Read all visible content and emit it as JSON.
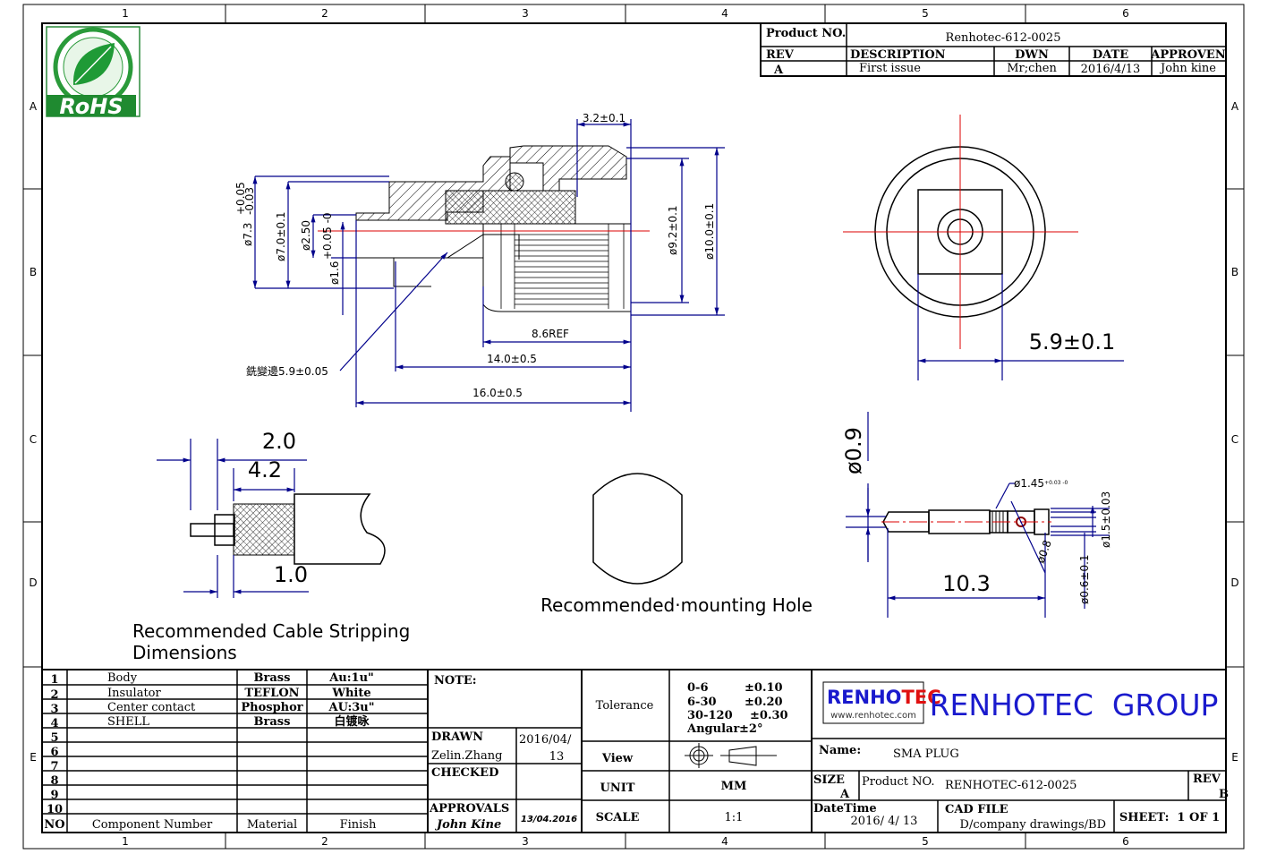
{
  "frame": {
    "columns": [
      "1",
      "2",
      "3",
      "4",
      "5",
      "6"
    ],
    "rows": [
      "A",
      "B",
      "C",
      "D",
      "E"
    ]
  },
  "logo": {
    "text": "RoHS"
  },
  "revision_table": {
    "product_no_label": "Product NO.",
    "product_no": "Renhotec-612-0025",
    "headers": [
      "REV",
      "DESCRIPTION",
      "DWN",
      "DATE",
      "APPROVEN"
    ],
    "rows": [
      [
        "A",
        "First issue",
        "Mr;chen",
        "2016/4/13",
        "John kine"
      ]
    ]
  },
  "main_view": {
    "dims": {
      "d73": "ø7.3",
      "d73_tol_plus": "+0.05",
      "d73_tol_minus": "-0.03",
      "d70": "ø7.0±0.1",
      "d250": "ø2.50",
      "d16": "ø1.6",
      "d16_tol": "+0.05 -0",
      "w32": "3.2±0.1",
      "d92": "ø9.2±0.1",
      "d100": "ø10.0±0.1",
      "ref86": "8.6REF",
      "l140": "14.0±0.5",
      "l160": "16.0±0.5",
      "hex": "銑變邊5.9±0.05"
    }
  },
  "front_view": {
    "dim": "5.9±0.1"
  },
  "stripping": {
    "dims": [
      "2.0",
      "4.2",
      "1.0"
    ],
    "caption_line1": "Recommended Cable Stripping",
    "caption_line2": "Dimensions"
  },
  "mounting_hole": {
    "caption": "Recommended·mounting Hole"
  },
  "contact_view": {
    "dims": {
      "d09": "ø0.9",
      "d145": "ø1.45",
      "d145_tol": "+0.03 -0",
      "d15": "ø1.5±0.03",
      "d06": "ø0.6±0.1",
      "d08": "ø0.8",
      "l103": "10.3"
    }
  },
  "parts_table": {
    "headers": [
      "NO",
      "Component Number",
      "Material",
      "Finish"
    ],
    "rows": [
      [
        "1",
        "Body",
        "Brass",
        "Au:1u\""
      ],
      [
        "2",
        "Insulator",
        "TEFLON",
        "White"
      ],
      [
        "3",
        "Center contact",
        "Phosphor",
        "AU:3u\""
      ],
      [
        "4",
        "SHELL",
        "Brass",
        "白镀咏"
      ],
      [
        "5",
        "",
        "",
        ""
      ],
      [
        "6",
        "",
        "",
        ""
      ],
      [
        "7",
        "",
        "",
        ""
      ],
      [
        "8",
        "",
        "",
        ""
      ],
      [
        "9",
        "",
        "",
        ""
      ],
      [
        "10",
        "",
        "",
        ""
      ]
    ]
  },
  "notes": {
    "note_label": "NOTE:",
    "drawn_label": "DRAWN",
    "drawn_by": "Zelin.Zhang",
    "drawn_date_1": "2016/04/",
    "drawn_date_2": "13",
    "checked_label": "CHECKED",
    "approvals_label": "APPROVALS",
    "approvals_signature": "John Kine",
    "approvals_date": "13/04.2016"
  },
  "tolerance": {
    "label": "Tolerance",
    "rows": [
      [
        "0-6",
        "±0.10"
      ],
      [
        "6-30",
        "±0.20"
      ],
      [
        "30-120",
        "±0.30"
      ],
      [
        "Angular",
        "±2°"
      ]
    ],
    "view_label": "View",
    "unit_label": "UNIT",
    "unit": "MM",
    "scale_label": "SCALE",
    "scale": "1:1"
  },
  "company": {
    "logo_a": "RENHO",
    "logo_b": "TEC",
    "website": "www.renhotec.com",
    "name": "RENHOTEC  GROUP",
    "brand_blue": "#1a1acd",
    "brand_red": "#e01010"
  },
  "title_info": {
    "name_label": "Name:",
    "name": "SMA PLUG",
    "size_label": "SIZE",
    "size": "A",
    "product_no_label": "Product NO.",
    "product_no": "RENHOTEC-612-0025",
    "rev_label": "REV",
    "rev": "B",
    "datetime_label": "DateTime",
    "datetime": "2016/ 4/ 13",
    "cad_label": "CAD FILE",
    "cad_path": "D/company drawings/BD",
    "sheet": "SHEET:  1 OF 1"
  }
}
